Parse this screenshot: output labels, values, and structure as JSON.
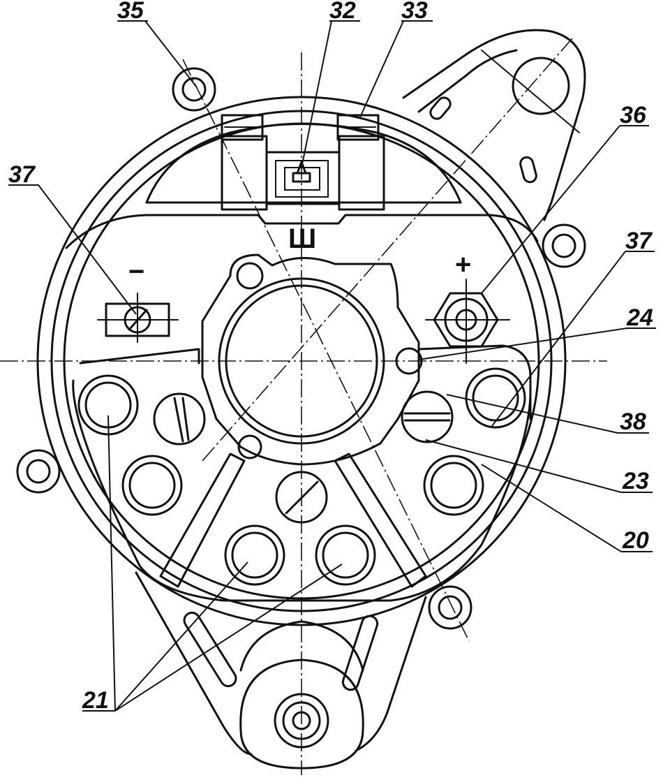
{
  "callouts": {
    "c35": "35",
    "c32": "32",
    "c33": "33",
    "c36": "36",
    "c37_left": "37",
    "c37_right": "37",
    "c24": "24",
    "c38": "38",
    "c23": "23",
    "c20": "20",
    "c21": "21"
  },
  "marks": {
    "field_terminal": "Ш",
    "minus_terminal": "−",
    "plus_terminal": "+"
  }
}
